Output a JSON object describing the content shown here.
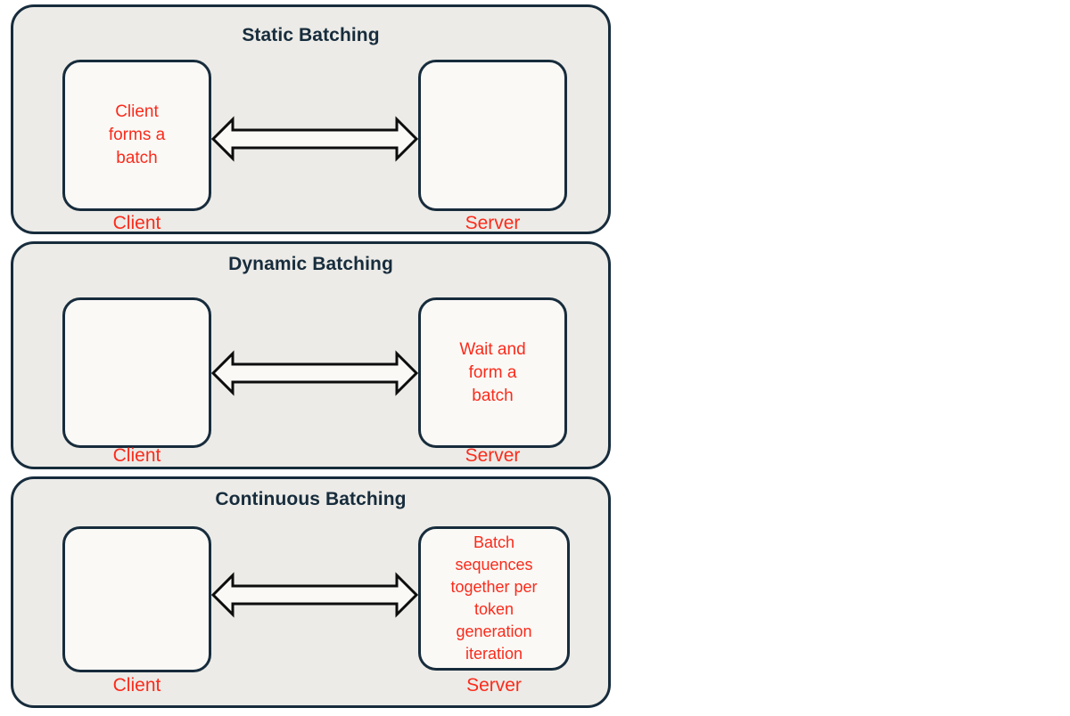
{
  "figure": {
    "background_color": "#ffffff",
    "panel_fill": "#ecebe7",
    "node_fill": "#faf9f6",
    "stroke_color": "#172c3c",
    "title_color": "#172c3c",
    "label_color": "#fb2b1b",
    "arrow_name": "double-headed-block-arrow"
  },
  "panels": [
    {
      "title": "Static Batching",
      "client": {
        "text": "Client\nforms a\nbatch",
        "caption": "Client"
      },
      "server": {
        "text": "",
        "caption": "Server"
      },
      "connector": "bidirectional-arrow"
    },
    {
      "title": "Dynamic Batching",
      "client": {
        "text": "",
        "caption": "Client"
      },
      "server": {
        "text": "Wait and\nform a\nbatch",
        "caption": "Server"
      },
      "connector": "bidirectional-arrow"
    },
    {
      "title": "Continuous Batching",
      "client": {
        "text": "",
        "caption": "Client"
      },
      "server": {
        "text": "Batch\nsequences\ntogether per\ntoken\ngeneration\niteration",
        "caption": "Server"
      },
      "connector": "bidirectional-arrow"
    }
  ]
}
